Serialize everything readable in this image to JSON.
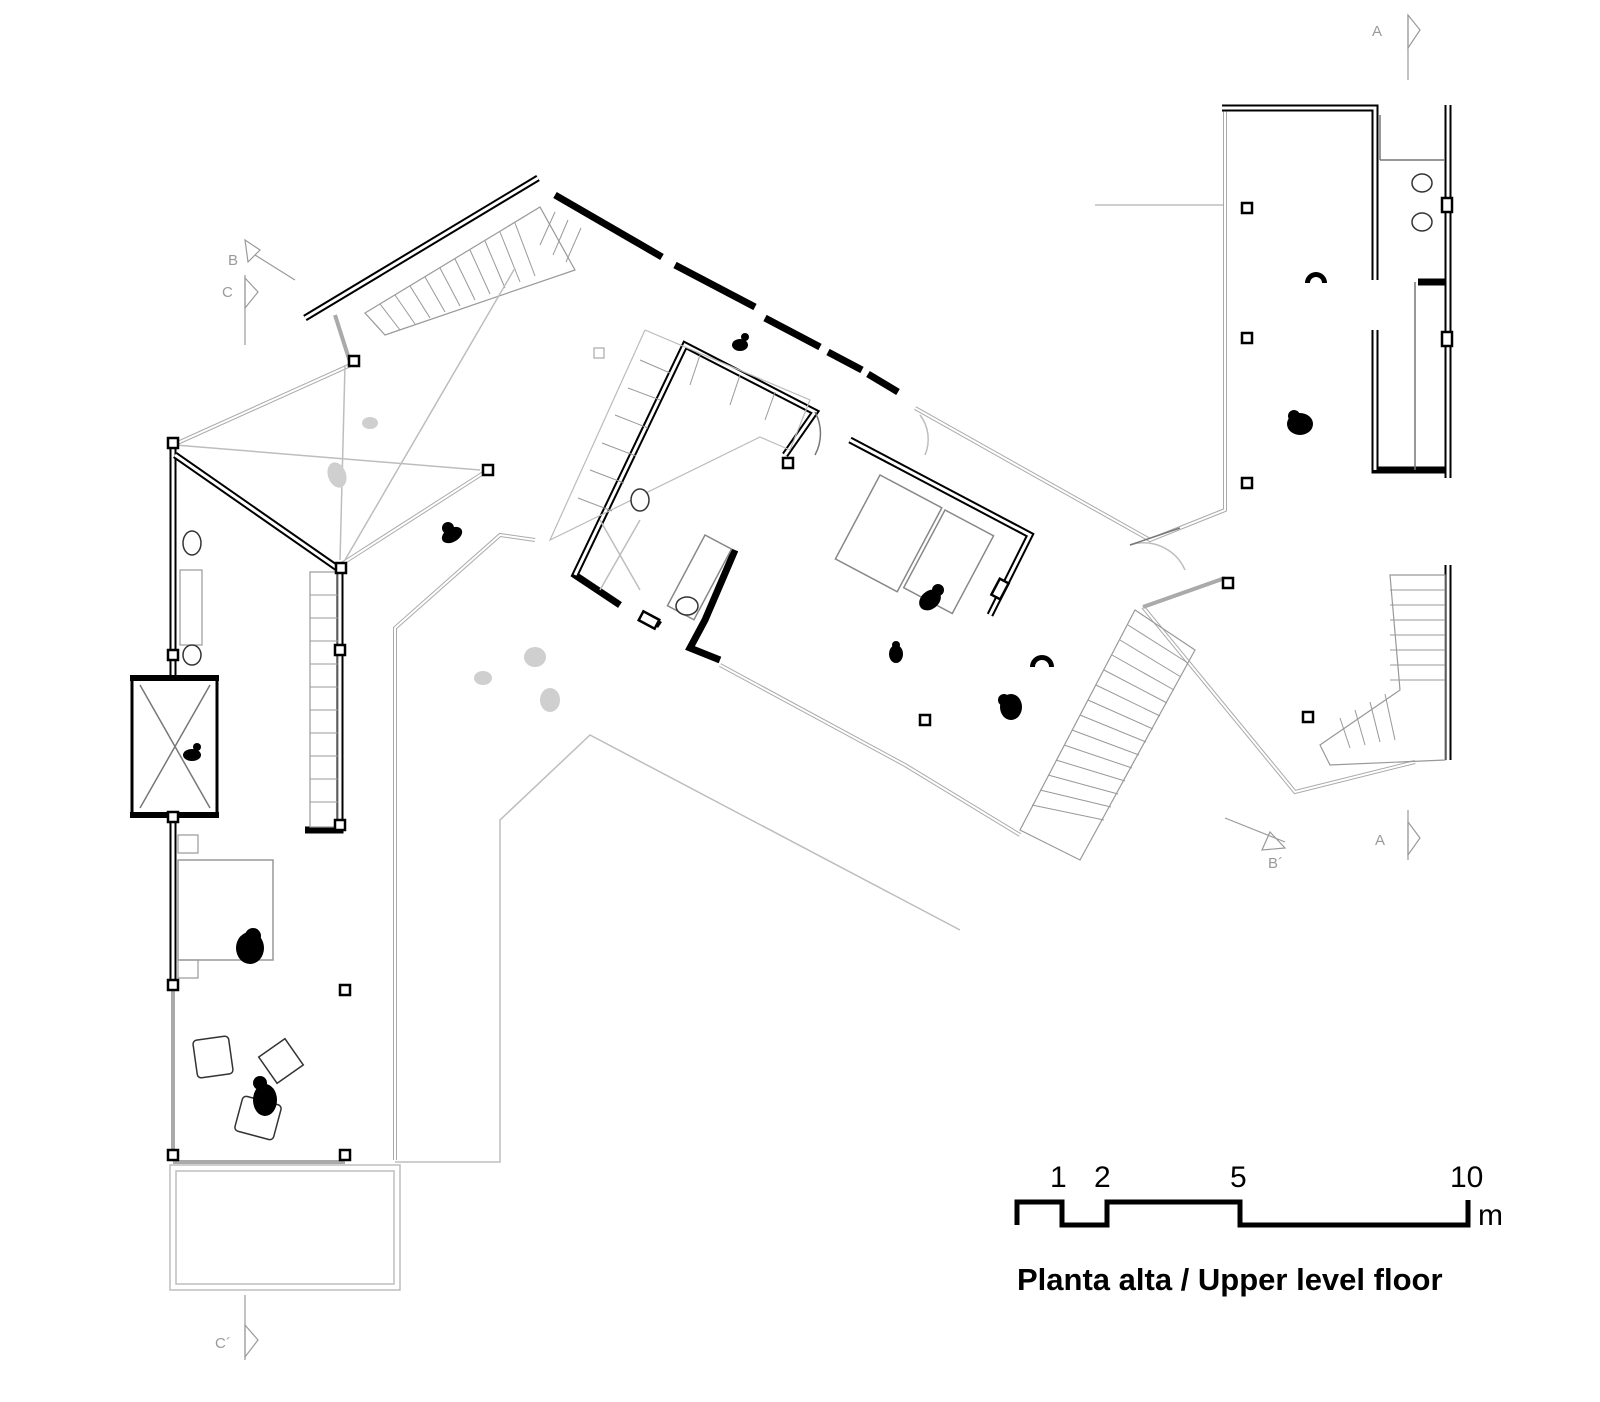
{
  "section_marks": [
    {
      "id": "A-top",
      "label": "A"
    },
    {
      "id": "A-bottom",
      "label": "A"
    },
    {
      "id": "B-left",
      "label": "B"
    },
    {
      "id": "B-right",
      "label": "B´"
    },
    {
      "id": "C-left",
      "label": "C"
    },
    {
      "id": "C-bottom",
      "label": "C´"
    }
  ],
  "scale_bar": {
    "ticks": [
      "1",
      "2",
      "5",
      "10"
    ],
    "unit": "m"
  },
  "title": "Planta alta / Upper level floor"
}
